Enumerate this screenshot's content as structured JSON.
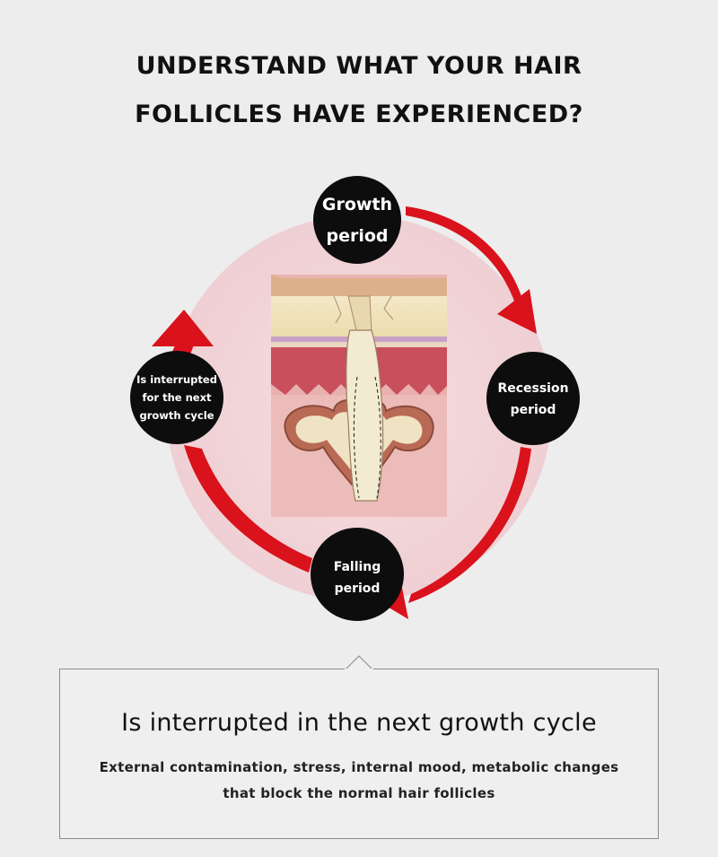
{
  "title": {
    "line1": "UNDERSTAND WHAT YOUR HAIR",
    "line2": "FOLLICLES HAVE EXPERIENCED?"
  },
  "cycle": {
    "growth": {
      "line1": "Growth",
      "line2": "period"
    },
    "recession": {
      "line1": "Recession",
      "line2": "period"
    },
    "falling": {
      "line1": "Falling",
      "line2": "period"
    },
    "interrupted": {
      "line1": "Is interrupted",
      "line2": "for the next",
      "line3": "growth cycle"
    }
  },
  "info": {
    "heading": "Is interrupted in the next growth cycle",
    "body_line1": "External contamination, stress, internal mood, metabolic changes",
    "body_line2": "that block the normal hair follicles"
  },
  "colors": {
    "background": "#ededed",
    "ring": "#d9121b",
    "node": "#0d0d0d",
    "pink_disc": "#f1d3d6"
  }
}
